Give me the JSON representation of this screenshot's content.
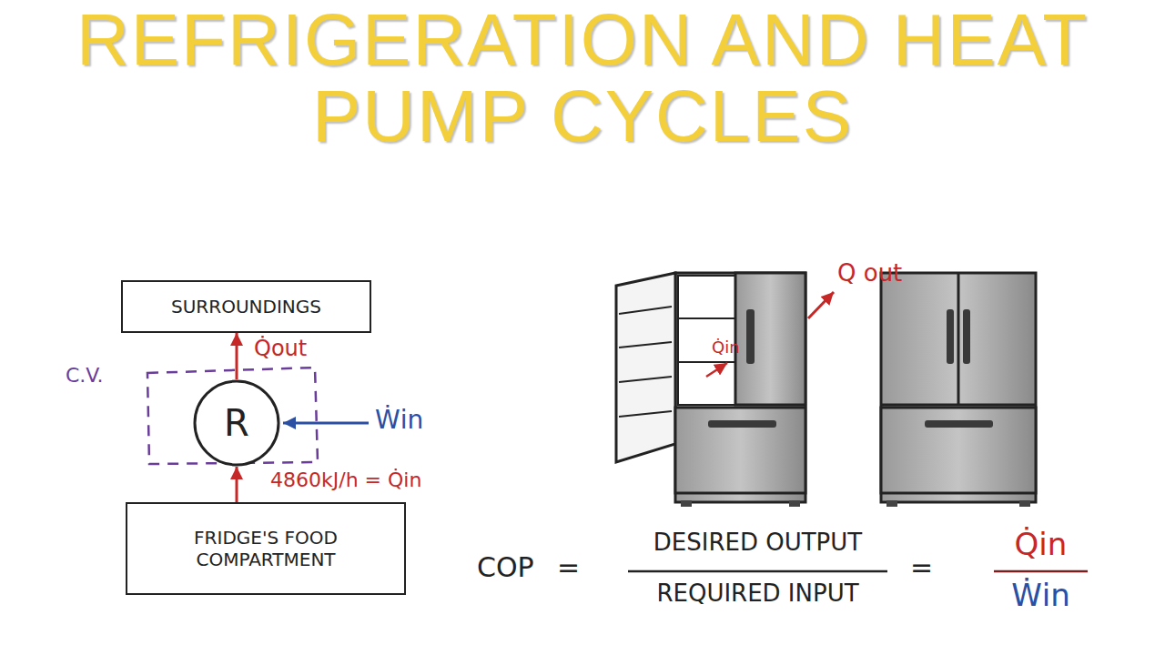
{
  "diagram": {
    "title": "REFRIGERATION AND HEAT PUMP CYCLES",
    "nodes": [
      {
        "text": [
          "SURROUNDINGS"
        ]
      },
      {
        "text": [
          "C.V."
        ]
      },
      {
        "text": [
          "R"
        ],
        "in": 1
      },
      {
        "text": [
          "FRIDGE'S FOOD COMPARTMENT"
        ]
      }
    ],
    "edges": [
      {
        "from": 2,
        "to": 0,
        "arrow": "to",
        "label": "Q̇out"
      },
      {
        "from": 3,
        "to": 2,
        "arrow": "to",
        "label": "4860kJ/h = Q̇in"
      }
    ],
    "labels": [
      "Ẇin",
      "Q out",
      "Q̇in",
      "COP",
      "=",
      "DESIRED OUTPUT",
      "REQUIRED INPUT",
      "=",
      "Q̇in",
      "Ẇin"
    ]
  }
}
